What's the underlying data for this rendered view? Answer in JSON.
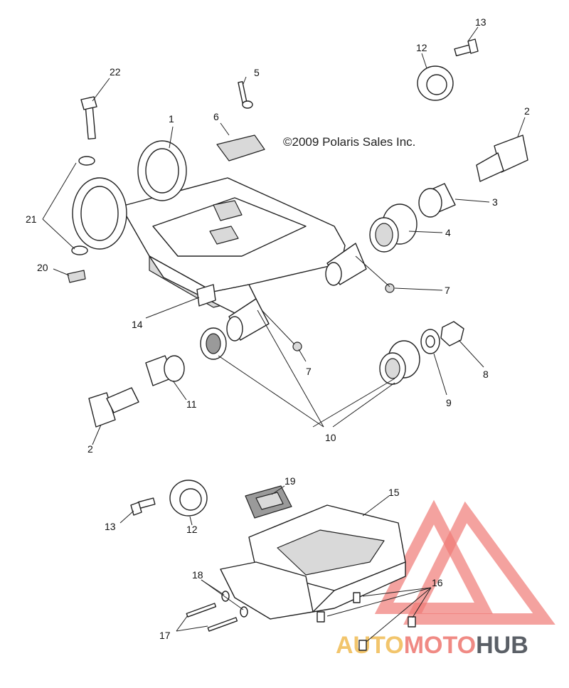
{
  "copyright": "©2009 Polaris Sales Inc.",
  "watermark": {
    "part1": "AUTO",
    "part2": "MOTO",
    "part3": "HUB",
    "colors": {
      "auto": "#f2c56c",
      "moto": "#f08a84",
      "hub": "#5a5f66",
      "triangle": "#f07b76"
    }
  },
  "callouts": [
    {
      "id": "c1",
      "text": "1"
    },
    {
      "id": "c2a",
      "text": "2"
    },
    {
      "id": "c2b",
      "text": "2"
    },
    {
      "id": "c3",
      "text": "3"
    },
    {
      "id": "c4",
      "text": "4"
    },
    {
      "id": "c5",
      "text": "5"
    },
    {
      "id": "c6",
      "text": "6"
    },
    {
      "id": "c7a",
      "text": "7"
    },
    {
      "id": "c7b",
      "text": "7"
    },
    {
      "id": "c8",
      "text": "8"
    },
    {
      "id": "c9",
      "text": "9"
    },
    {
      "id": "c10",
      "text": "10"
    },
    {
      "id": "c11",
      "text": "11"
    },
    {
      "id": "c12a",
      "text": "12"
    },
    {
      "id": "c12b",
      "text": "12"
    },
    {
      "id": "c13a",
      "text": "13"
    },
    {
      "id": "c13b",
      "text": "13"
    },
    {
      "id": "c14",
      "text": "14"
    },
    {
      "id": "c15",
      "text": "15"
    },
    {
      "id": "c16",
      "text": "16"
    },
    {
      "id": "c17",
      "text": "17"
    },
    {
      "id": "c18",
      "text": "18"
    },
    {
      "id": "c19",
      "text": "19"
    },
    {
      "id": "c20",
      "text": "20"
    },
    {
      "id": "c21",
      "text": "21"
    },
    {
      "id": "c22",
      "text": "22"
    }
  ]
}
